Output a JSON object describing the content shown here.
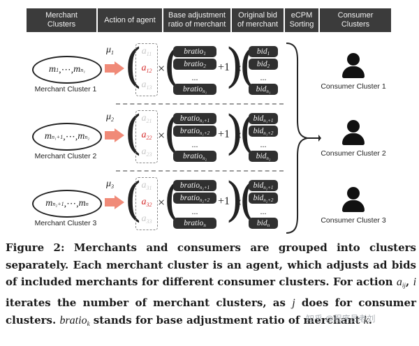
{
  "headers": [
    "Merchant\nClusters",
    "Action of agent",
    "Base adjustment\nratio of merchant",
    "Original bid\nof merchant",
    "eCPM\nSorting",
    "Consumer\nClusters"
  ],
  "clusters": [
    {
      "oval_first": "m",
      "oval_first_sub": "1",
      "oval_dots": ",⋯,",
      "oval_last": "m",
      "oval_last_sub": "n₁",
      "label": "Merchant Cluster 1",
      "mu": "μ",
      "mu_sub": "1",
      "actions": [
        {
          "base": "a",
          "sub": "11"
        },
        {
          "base": "a",
          "sub": "12"
        },
        {
          "base": "a",
          "sub": "13"
        }
      ],
      "bratios": [
        {
          "base": "bratio",
          "sub": "1"
        },
        {
          "base": "bratio",
          "sub": "2"
        },
        {
          "base": "...",
          "sub": ""
        },
        {
          "base": "bratio",
          "sub": "n₁"
        }
      ],
      "bids": [
        {
          "base": "bid",
          "sub": "1"
        },
        {
          "base": "bid",
          "sub": "2"
        },
        {
          "base": "...",
          "sub": ""
        },
        {
          "base": "bid",
          "sub": "n₁"
        }
      ]
    },
    {
      "oval_first": "m",
      "oval_first_sub": "n₁+1",
      "oval_dots": ",⋯,",
      "oval_last": "m",
      "oval_last_sub": "n₂",
      "label": "Merchant Cluster 2",
      "mu": "μ",
      "mu_sub": "2",
      "actions": [
        {
          "base": "a",
          "sub": "21"
        },
        {
          "base": "a",
          "sub": "22"
        },
        {
          "base": "a",
          "sub": "23"
        }
      ],
      "bratios": [
        {
          "base": "bratio",
          "sub": "n₁+1"
        },
        {
          "base": "bratio",
          "sub": "n₁+2"
        },
        {
          "base": "...",
          "sub": ""
        },
        {
          "base": "bratio",
          "sub": "n₂"
        }
      ],
      "bids": [
        {
          "base": "bid",
          "sub": "n₁+1"
        },
        {
          "base": "bid",
          "sub": "n₁+2"
        },
        {
          "base": "...",
          "sub": ""
        },
        {
          "base": "bid",
          "sub": "n₂"
        }
      ]
    },
    {
      "oval_first": "m",
      "oval_first_sub": "n₂+1",
      "oval_dots": ",⋯,",
      "oval_last": "m",
      "oval_last_sub": "n",
      "label": "Merchant Cluster 3",
      "mu": "μ",
      "mu_sub": "3",
      "actions": [
        {
          "base": "a",
          "sub": "31"
        },
        {
          "base": "a",
          "sub": "32"
        },
        {
          "base": "a",
          "sub": "33"
        }
      ],
      "bratios": [
        {
          "base": "bratio",
          "sub": "n₂+1"
        },
        {
          "base": "bratio",
          "sub": "n₂+2"
        },
        {
          "base": "...",
          "sub": ""
        },
        {
          "base": "bratio",
          "sub": "n"
        }
      ],
      "bids": [
        {
          "base": "bid",
          "sub": "n₂+1"
        },
        {
          "base": "bid",
          "sub": "n₂+2"
        },
        {
          "base": "...",
          "sub": ""
        },
        {
          "base": "bid",
          "sub": "n"
        }
      ]
    }
  ],
  "ops": {
    "times": "×",
    "plus_one": "+1"
  },
  "consumers": [
    "Consumer Cluster 1",
    "Consumer Cluster 2",
    "Consumer Cluster 3"
  ],
  "caption": {
    "part1": "Figure 2: Merchants and consumers are grouped into clusters separately. Each merchant cluster is an agent, which adjusts ad bids of included merchants for different consumer clusters. For action ",
    "var_a": "a",
    "var_a_sub": "ij",
    "part2": ", ",
    "var_i": "i",
    "part3": " iterates the number of merchant clusters, as ",
    "var_j": "j",
    "part4": " does for consumer clusters. ",
    "var_bratio": "bratio",
    "var_bratio_sub": "k",
    "part5": " stands for base adjustment ratio of merchant ",
    "var_k": "k",
    "part6": "."
  },
  "watermark": "知乎 @程序员老刘",
  "colors": {
    "header_bg": "#3b3b3b",
    "pill_bg": "#303030",
    "highlight": "#d52a2a",
    "arrow": "#f08a78",
    "faint": "#c9c9c9"
  }
}
